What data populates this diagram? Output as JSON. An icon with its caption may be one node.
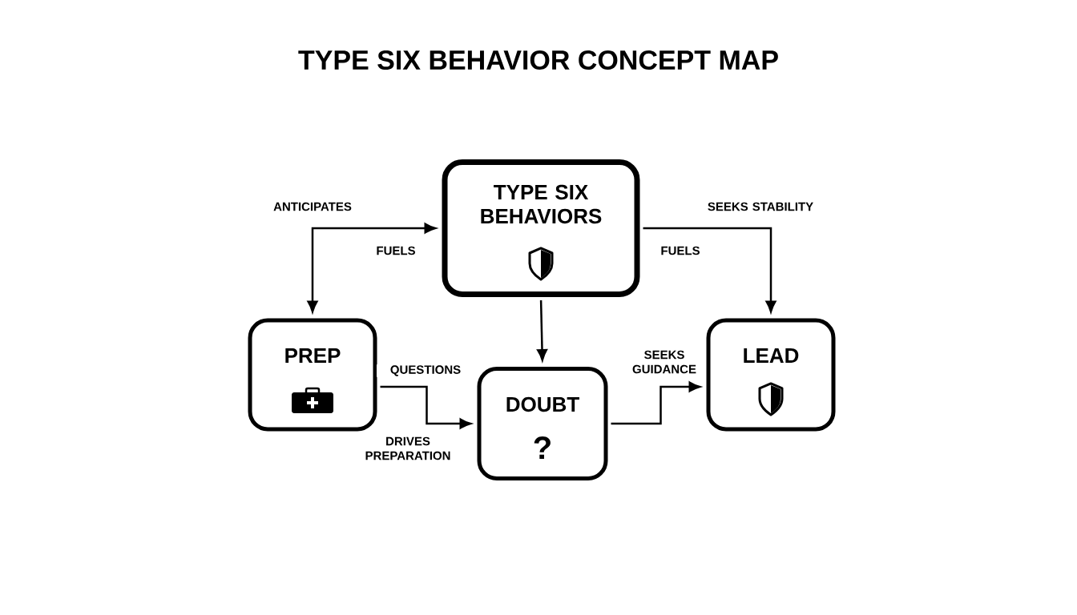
{
  "diagram": {
    "title": "TYPE SIX BEHAVIOR CONCEPT MAP",
    "nodes": [
      {
        "text": [
          "TYPE SIX BEHAVIORS"
        ]
      },
      {
        "text": [
          "PREP"
        ]
      },
      {
        "text": [
          "DOUBT",
          "?"
        ]
      },
      {
        "text": [
          "LEAD"
        ]
      }
    ],
    "edges": [
      {
        "from": 0,
        "to": 1,
        "arrow": "both",
        "label": "ANTICIPATES"
      },
      {
        "from": 0,
        "to": 3,
        "arrow": "to",
        "label": "SEEKS STABILITY"
      },
      {
        "from": 0,
        "to": 2,
        "arrow": "to"
      },
      {
        "from": 1,
        "to": 2,
        "arrow": "to",
        "label": "QUESTIONS"
      },
      {
        "from": 2,
        "to": 3,
        "arrow": "to",
        "label": "SEEKS GUIDANCE"
      }
    ],
    "labels": [
      "FUELS",
      "FUELS",
      "DRIVES PREPARATION"
    ]
  }
}
